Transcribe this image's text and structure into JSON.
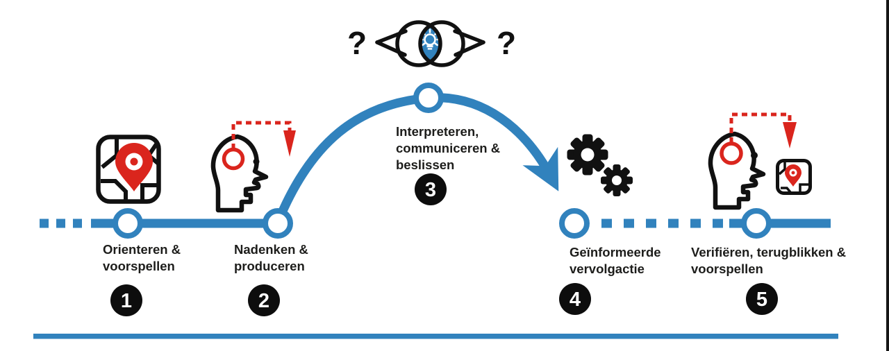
{
  "colors": {
    "accent_blue": "#3182bd",
    "accent_red": "#da251d",
    "ink": "#1d1d1b",
    "badge_black": "#0d0d0d"
  },
  "eye": {
    "question_left": "?",
    "question_right": "?"
  },
  "steps": [
    {
      "num": "1",
      "lines": [
        "Orienteren &",
        "voorspellen"
      ]
    },
    {
      "num": "2",
      "lines": [
        "Nadenken &",
        "produceren"
      ]
    },
    {
      "num": "3",
      "lines": [
        "Interpreteren,",
        "communiceren &",
        "beslissen"
      ]
    },
    {
      "num": "4",
      "lines": [
        "Geïnformeerde",
        "vervolgactie"
      ]
    },
    {
      "num": "5",
      "lines": [
        "Verifiëren, terugblikken &",
        "voorspellen"
      ]
    }
  ]
}
